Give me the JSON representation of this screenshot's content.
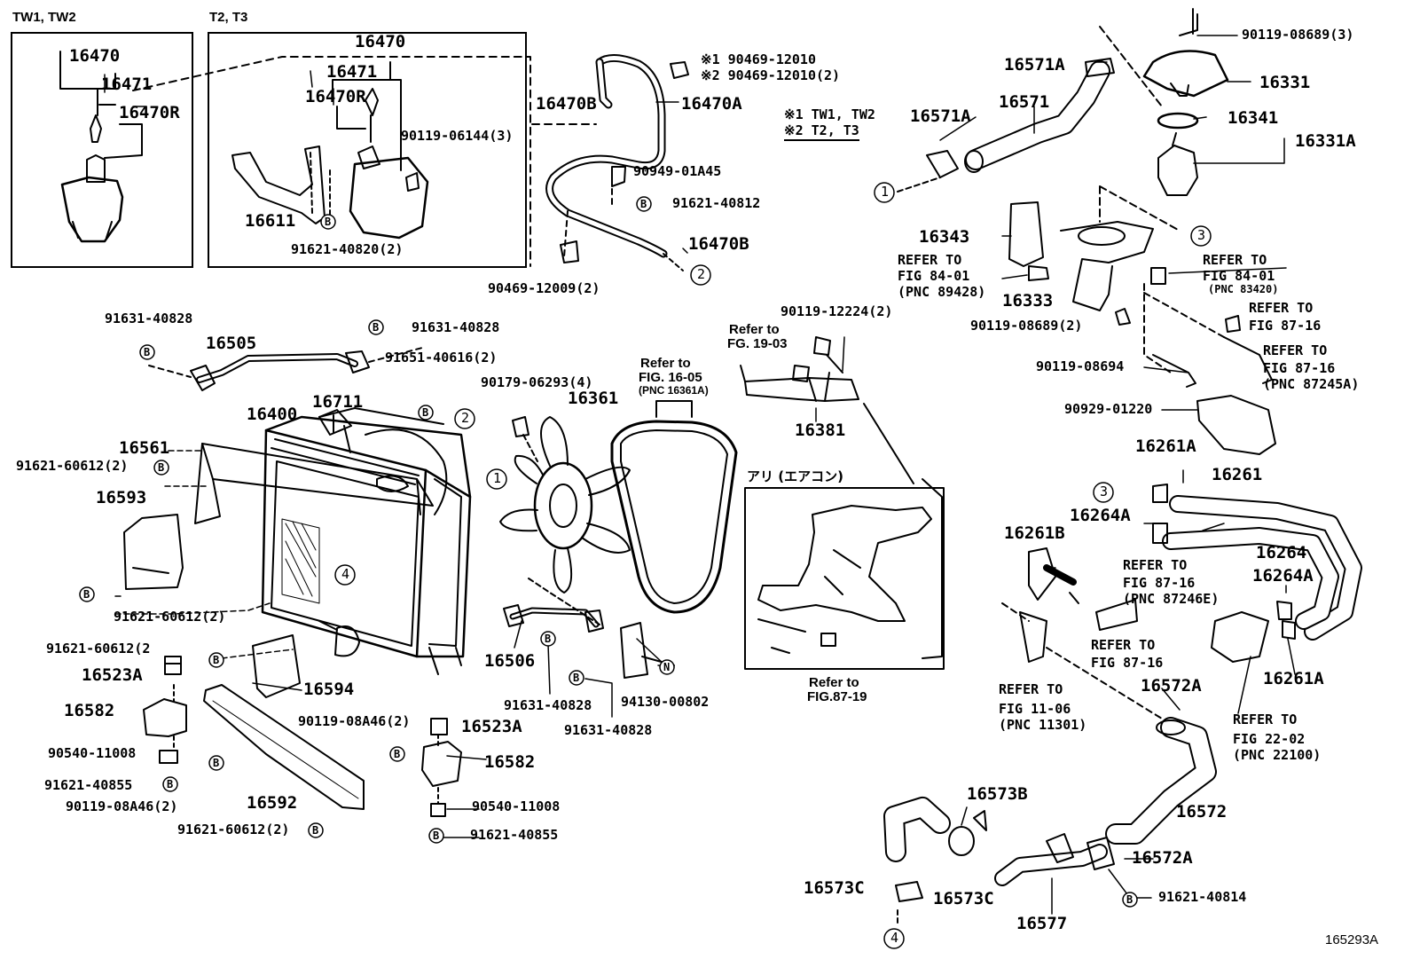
{
  "diagram_id": "165293A",
  "insets": {
    "tw_header": "TW1, TW2",
    "t_header": "T2, T3",
    "ac_header": "アリ (エアコン)"
  },
  "legend": {
    "l1": "※1 TW1, TW2",
    "l2": "※2 T2, T3"
  },
  "labels": [
    {
      "key": "a1",
      "text": "16470"
    },
    {
      "key": "a2",
      "text": "16471"
    },
    {
      "key": "a3",
      "text": "16470R"
    },
    {
      "key": "b1",
      "text": "16470"
    },
    {
      "key": "b2",
      "text": "16471"
    },
    {
      "key": "b3",
      "text": "16470R"
    },
    {
      "key": "b4",
      "text": "16611"
    },
    {
      "key": "b5",
      "text": "90119-06144(3)"
    },
    {
      "key": "b6",
      "text": "91621-40820(2)"
    },
    {
      "key": "c1",
      "text": "16470B"
    },
    {
      "key": "c2",
      "text": "16470A"
    },
    {
      "key": "c3",
      "text": "※1 90469-12010"
    },
    {
      "key": "c4",
      "text": "※2 90469-12010(2)"
    },
    {
      "key": "c5",
      "text": "90949-01A45"
    },
    {
      "key": "c6",
      "text": "91621-40812"
    },
    {
      "key": "c7",
      "text": "16470B"
    },
    {
      "key": "c8",
      "text": "90469-12009(2)"
    },
    {
      "key": "d1",
      "text": "16571A"
    },
    {
      "key": "d2",
      "text": "16571"
    },
    {
      "key": "d3",
      "text": "16571A"
    },
    {
      "key": "d4",
      "text": "90119-08689(3)"
    },
    {
      "key": "d5",
      "text": "16331"
    },
    {
      "key": "d6",
      "text": "16341"
    },
    {
      "key": "d7",
      "text": "16331A"
    },
    {
      "key": "d8",
      "text": "16343"
    },
    {
      "key": "d9",
      "text": "REFER TO"
    },
    {
      "key": "d10",
      "text": "FIG 84-01"
    },
    {
      "key": "d11",
      "text": "(PNC 89428)"
    },
    {
      "key": "d12",
      "text": "16333"
    },
    {
      "key": "d13",
      "text": "REFER TO"
    },
    {
      "key": "d14",
      "text": "FIG 84-01"
    },
    {
      "key": "d15",
      "text": "(PNC 83420)"
    },
    {
      "key": "d16",
      "text": "90119-08689(2)"
    },
    {
      "key": "d17",
      "text": "REFER TO"
    },
    {
      "key": "d18",
      "text": "FIG 87-16"
    },
    {
      "key": "d19",
      "text": "REFER TO"
    },
    {
      "key": "d20",
      "text": "FIG 87-16"
    },
    {
      "key": "d21",
      "text": "(PNC 87245A)"
    },
    {
      "key": "d22",
      "text": "90119-08694"
    },
    {
      "key": "d23",
      "text": "90929-01220"
    },
    {
      "key": "e1",
      "text": "91631-40828"
    },
    {
      "key": "e2",
      "text": "16505"
    },
    {
      "key": "e3",
      "text": "91631-40828"
    },
    {
      "key": "e4",
      "text": "91651-40616(2)"
    },
    {
      "key": "e5",
      "text": "16400"
    },
    {
      "key": "e6",
      "text": "16711"
    },
    {
      "key": "e7",
      "text": "16561"
    },
    {
      "key": "e8",
      "text": "91621-60612(2)"
    },
    {
      "key": "e9",
      "text": "16593"
    },
    {
      "key": "e10",
      "text": "91621-60612(2)"
    },
    {
      "key": "e11",
      "text": "91621-60612(2"
    },
    {
      "key": "e12",
      "text": "16523A"
    },
    {
      "key": "e13",
      "text": "16582"
    },
    {
      "key": "e14",
      "text": "90540-11008"
    },
    {
      "key": "e15",
      "text": "91621-40855"
    },
    {
      "key": "e16",
      "text": "90119-08A46(2)"
    },
    {
      "key": "e17",
      "text": "16594"
    },
    {
      "key": "e18",
      "text": "16592"
    },
    {
      "key": "e19",
      "text": "91621-60612(2)"
    },
    {
      "key": "e20",
      "text": "90119-08A46(2)"
    },
    {
      "key": "e21",
      "text": "16523A"
    },
    {
      "key": "e22",
      "text": "16582"
    },
    {
      "key": "e23",
      "text": "90540-11008"
    },
    {
      "key": "e24",
      "text": "91621-40855"
    },
    {
      "key": "e25",
      "text": "16506"
    },
    {
      "key": "e26",
      "text": "91631-40828"
    },
    {
      "key": "e27",
      "text": "91631-40828"
    },
    {
      "key": "e28",
      "text": "94130-00802"
    },
    {
      "key": "f1",
      "text": "90179-06293(4)"
    },
    {
      "key": "f2",
      "text": "16361"
    },
    {
      "key": "f3",
      "text": "Refer to"
    },
    {
      "key": "f4",
      "text": "FIG. 16-05"
    },
    {
      "key": "f5",
      "text": "(PNC 16361A)"
    },
    {
      "key": "g1",
      "text": "Refer to"
    },
    {
      "key": "g2",
      "text": "FG. 19-03"
    },
    {
      "key": "g3",
      "text": "90119-12224(2)"
    },
    {
      "key": "g4",
      "text": "16381"
    },
    {
      "key": "g5",
      "text": "Refer to"
    },
    {
      "key": "g6",
      "text": "FIG.87-19"
    },
    {
      "key": "h1",
      "text": "16261A"
    },
    {
      "key": "h2",
      "text": "16261"
    },
    {
      "key": "h3",
      "text": "16264A"
    },
    {
      "key": "h4",
      "text": "16261B"
    },
    {
      "key": "h5",
      "text": "16264"
    },
    {
      "key": "h6",
      "text": "REFER TO"
    },
    {
      "key": "h7",
      "text": "FIG 87-16"
    },
    {
      "key": "h8",
      "text": "(PNC 87246E)"
    },
    {
      "key": "h9",
      "text": "16264A"
    },
    {
      "key": "h10",
      "text": "REFER TO"
    },
    {
      "key": "h11",
      "text": "FIG 87-16"
    },
    {
      "key": "h12",
      "text": "16261A"
    },
    {
      "key": "h13",
      "text": "REFER TO"
    },
    {
      "key": "h14",
      "text": "FIG 11-06"
    },
    {
      "key": "h15",
      "text": "(PNC 11301)"
    },
    {
      "key": "h16",
      "text": "16572A"
    },
    {
      "key": "h17",
      "text": "REFER TO"
    },
    {
      "key": "h18",
      "text": "FIG 22-02"
    },
    {
      "key": "h19",
      "text": "(PNC 22100)"
    },
    {
      "key": "h20",
      "text": "16572"
    },
    {
      "key": "i1",
      "text": "16573B"
    },
    {
      "key": "i2",
      "text": "16573C"
    },
    {
      "key": "i3",
      "text": "16573C"
    },
    {
      "key": "i4",
      "text": "16577"
    },
    {
      "key": "i5",
      "text": "16572A"
    },
    {
      "key": "i6",
      "text": "91621-40814"
    }
  ],
  "callouts": {
    "c1": "1",
    "c2": "2",
    "c3": "3",
    "c4": "4"
  },
  "bolt_mark": "B",
  "nut_mark": "N"
}
